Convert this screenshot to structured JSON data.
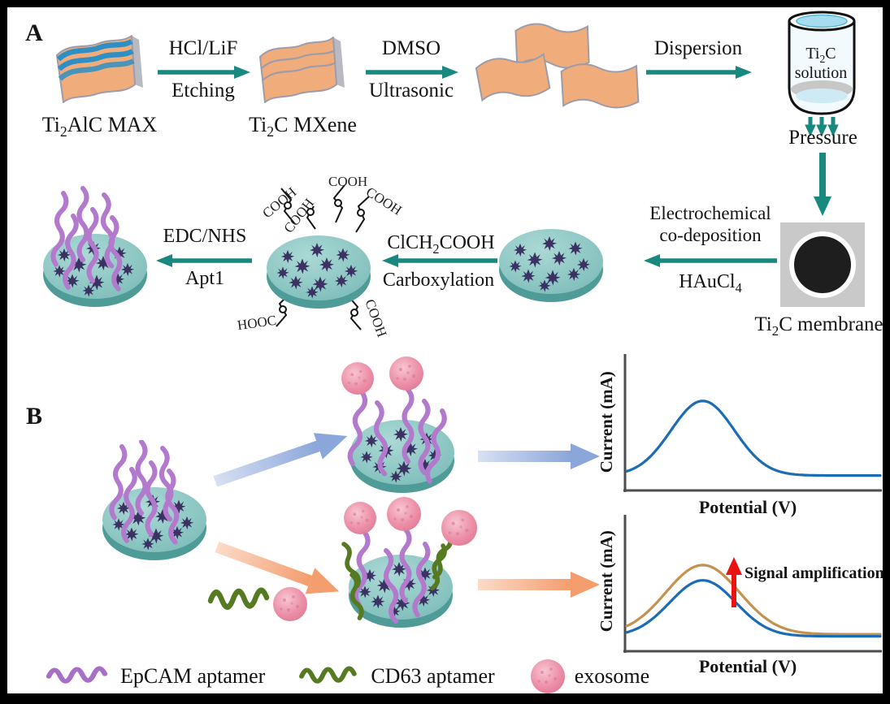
{
  "figure": {
    "panel_a_label": "A",
    "panel_b_label": "B"
  },
  "panel_a": {
    "max_label": [
      {
        "t": "Ti"
      },
      {
        "t": "2",
        "sub": true
      },
      {
        "t": "AlC MAX"
      }
    ],
    "mxene_label": [
      {
        "t": "Ti"
      },
      {
        "t": "2",
        "sub": true
      },
      {
        "t": "C MXene"
      }
    ],
    "step1": {
      "top": "HCl/LiF",
      "bottom": "Etching"
    },
    "step2": {
      "top": "DMSO",
      "bottom": "Ultrasonic"
    },
    "step3": {
      "top": "Dispersion"
    },
    "vial": {
      "line1": [
        {
          "t": "Ti"
        },
        {
          "t": "2",
          "sub": true
        },
        {
          "t": "C"
        }
      ],
      "line2": "solution"
    },
    "pressure": "Pressure",
    "membrane_label": [
      {
        "t": "Ti"
      },
      {
        "t": "2",
        "sub": true
      },
      {
        "t": "C membrane"
      }
    ],
    "step4": {
      "line1": "Electrochemical",
      "line2": "co-deposition",
      "bottom": [
        {
          "t": "HAuCl"
        },
        {
          "t": "4",
          "sub": true
        }
      ]
    },
    "step5": {
      "top": [
        {
          "t": "ClCH"
        },
        {
          "t": "2",
          "sub": true
        },
        {
          "t": "COOH"
        }
      ],
      "bottom": "Carboxylation"
    },
    "step6": {
      "top": "EDC/NHS",
      "bottom": "Apt1"
    },
    "cooh_labels": [
      "COOH",
      "COOH",
      "COOH",
      "COOH",
      "HOOC",
      "COOH"
    ]
  },
  "panel_b": {
    "signal_annotation": "Signal amplification"
  },
  "legend": {
    "epcam": "EpCAM aptamer",
    "cd63": "CD63 aptamer",
    "exosome": "exosome"
  },
  "colors": {
    "reaction_arrow": "#17897e",
    "disc": "#7cbcb9",
    "nanostar": "#3b3264",
    "epcam_aptamer": "#a86fc6",
    "cd63_aptamer": "#557a22",
    "exosome": "#ec8fa6",
    "curve_blue": "#1b6cb4",
    "curve_orange": "#c4924f",
    "red_arrow": "#e91310",
    "max_sheet": "#f0ac7b",
    "max_stripe": "#2e8fc4"
  },
  "chart_data": [
    {
      "type": "line",
      "xlabel": "Potential (V)",
      "ylabel": "Current (mA)",
      "x_ticks": [],
      "y_ticks": [],
      "grid": false,
      "legend_position": "none",
      "description": "Schematic voltammogram: single peak after exosome capture by EpCAM aptamer",
      "series": [
        {
          "name": "blue curve",
          "color": "#1b6cb4",
          "peak_center_frac": 0.3,
          "peak_sigma_frac": 0.125,
          "baseline_frac": 0.1,
          "amplitude_frac": 0.56
        }
      ]
    },
    {
      "type": "line",
      "xlabel": "Potential (V)",
      "ylabel": "Current (mA)",
      "x_ticks": [],
      "y_ticks": [],
      "grid": false,
      "legend_position": "none",
      "annotation": "Signal amplification",
      "description": "Schematic voltammogram: orange amplified peak above blue peak after CD63 aptamer sandwich",
      "series": [
        {
          "name": "orange curve",
          "color": "#c4924f",
          "peak_center_frac": 0.3,
          "peak_sigma_frac": 0.145,
          "baseline_frac": 0.115,
          "amplitude_frac": 0.52
        },
        {
          "name": "blue curve",
          "color": "#1b6cb4",
          "peak_center_frac": 0.3,
          "peak_sigma_frac": 0.13,
          "baseline_frac": 0.1,
          "amplitude_frac": 0.42
        }
      ]
    }
  ]
}
